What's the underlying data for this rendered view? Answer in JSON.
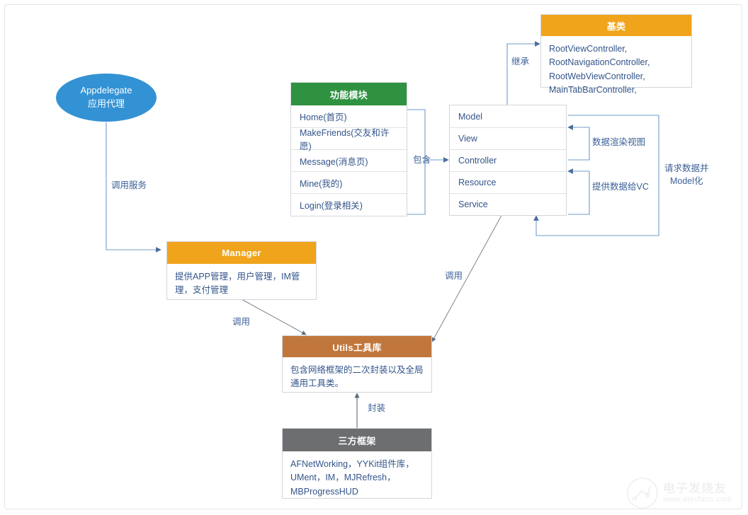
{
  "diagram": {
    "title": "iOS App Architecture Diagram",
    "colors": {
      "ellipse": "#3392d4",
      "green_header": "#2e9241",
      "orange_header": "#f0a41b",
      "brown_header": "#c1773c",
      "gray_header": "#6d6e70",
      "edge": "#5b86b8",
      "text_blue": "#33548a"
    }
  },
  "appdelegate": {
    "line1": "Appdelegate",
    "line2": "应用代理"
  },
  "feature_module": {
    "header": "功能模块",
    "items": [
      {
        "label": "Home(首页)"
      },
      {
        "label": "MakeFriends(交友和许愿)"
      },
      {
        "label": "Message(消息页)"
      },
      {
        "label": "Mine(我的)"
      },
      {
        "label": "Login(登录相关)"
      }
    ]
  },
  "mvc": {
    "items": [
      {
        "label": "Model"
      },
      {
        "label": "View"
      },
      {
        "label": "Controller"
      },
      {
        "label": "Resource"
      },
      {
        "label": "Service"
      }
    ]
  },
  "base_class": {
    "header": "基类",
    "body": "RootViewController,\nRootNavigationController,\nRootWebViewController,\nMainTabBarController,"
  },
  "manager": {
    "header": "Manager",
    "body": "提供APP管理，用户管理，IM管理，支付管理"
  },
  "utils": {
    "header": "Utils工具库",
    "body": "包含网络框架的二次封装以及全局通用工具类。"
  },
  "third_party": {
    "header": "三方框架",
    "body": "AFNetWorking，YYKit组件库，\nUMent，IM，MJRefresh，\nMBProgressHUD"
  },
  "edges": [
    {
      "id": "call-service",
      "label": "调用服务"
    },
    {
      "id": "contains",
      "label": "包含"
    },
    {
      "id": "inherit",
      "label": "继承"
    },
    {
      "id": "render-view",
      "label": "数据渲染视图"
    },
    {
      "id": "provide-data-vc",
      "label": "提供数据给VC"
    },
    {
      "id": "request-model",
      "label": "请求数据并\nModel化"
    },
    {
      "id": "manager-call-utils",
      "label": "调用"
    },
    {
      "id": "service-call-utils",
      "label": "调用"
    },
    {
      "id": "encapsulate",
      "label": "封装"
    }
  ],
  "watermark": {
    "cn": "电子发烧友",
    "url": "www.elecfans.com"
  }
}
